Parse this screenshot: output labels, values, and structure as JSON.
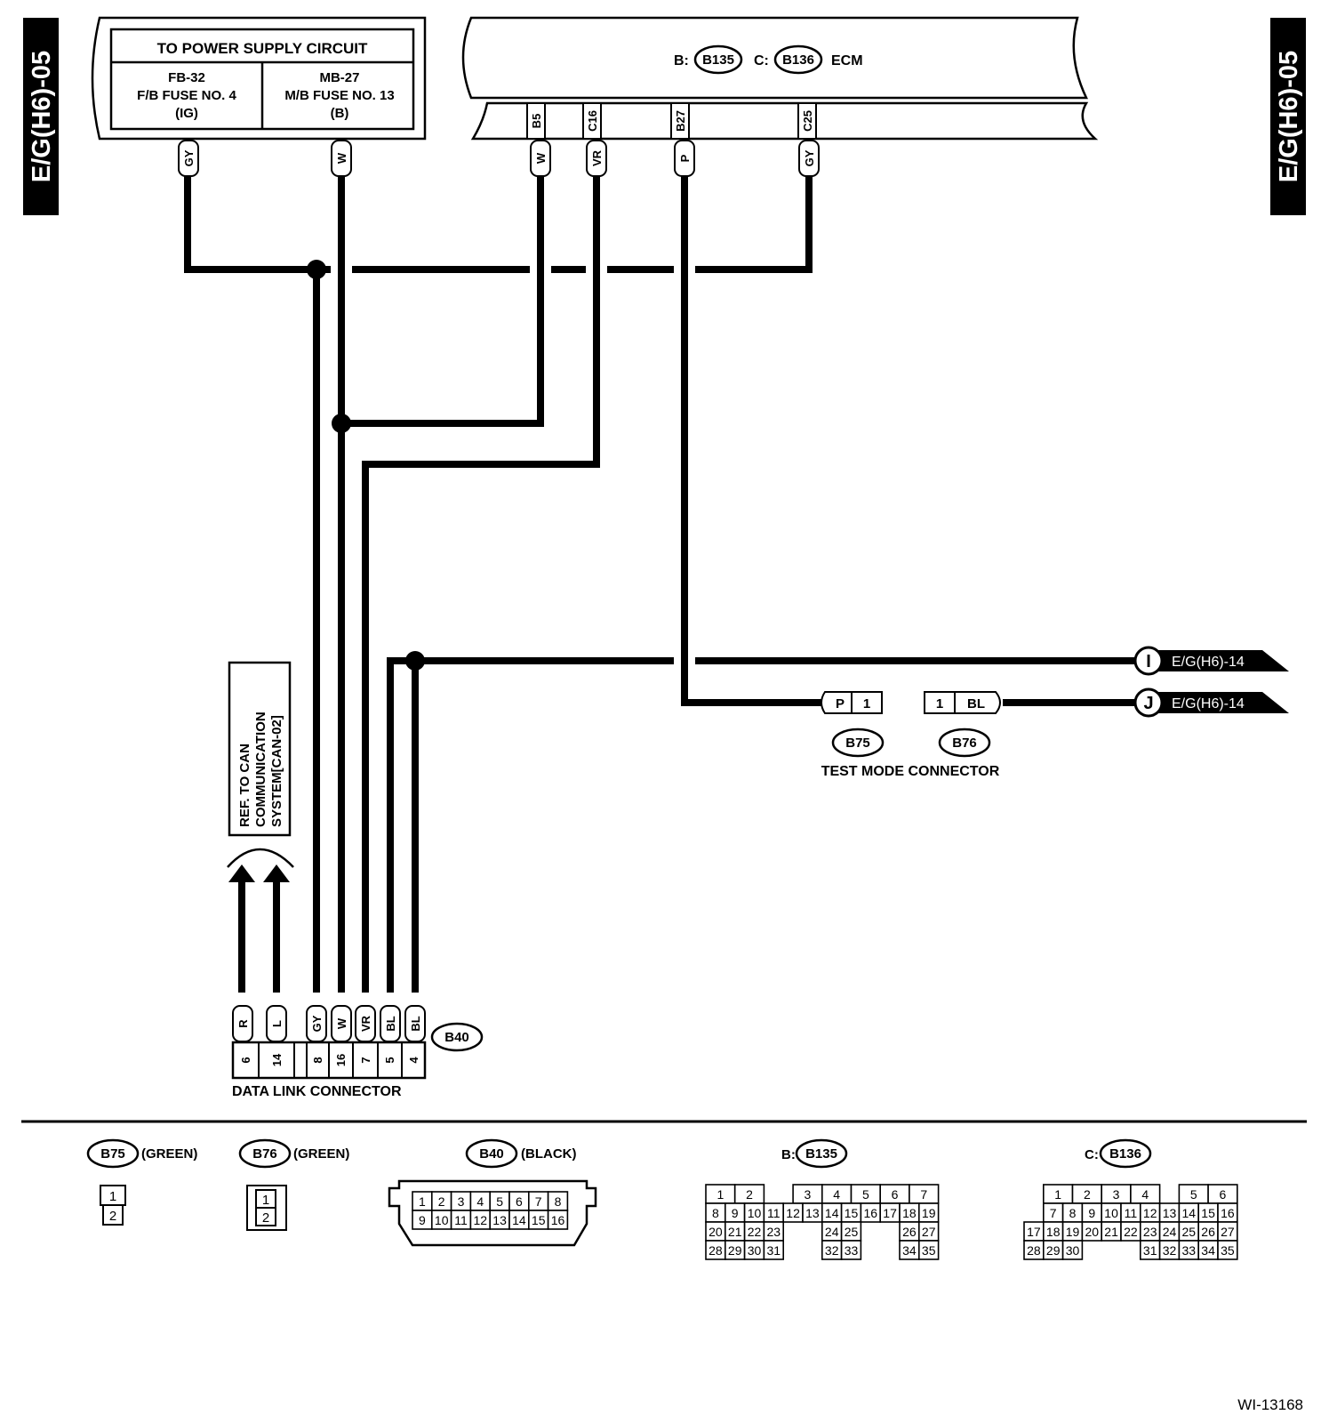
{
  "side_tabs": {
    "left": "E/G(H6)-05",
    "right": "E/G(H6)-05"
  },
  "power_supply": {
    "title": "TO POWER SUPPLY CIRCUIT",
    "left_fuse": {
      "line1": "FB-32",
      "line2": "F/B FUSE NO. 4",
      "line3": "(IG)"
    },
    "right_fuse": {
      "line1": "MB-27",
      "line2": "M/B FUSE NO. 13",
      "line3": "(B)"
    },
    "wire_labels": [
      "GY",
      "W"
    ]
  },
  "ecm": {
    "prefix_b": "B:",
    "connector_b": "B135",
    "prefix_c": "C:",
    "connector_c": "B136",
    "name": "ECM",
    "pins": [
      "B5",
      "C16",
      "B27",
      "C25"
    ],
    "wire_labels": [
      "W",
      "VR",
      "P",
      "GY"
    ]
  },
  "can_ref": {
    "line1": "REF. TO CAN",
    "line2": "COMMUNICATION",
    "line3": "SYSTEM[CAN-02]"
  },
  "data_link": {
    "connector": "B40",
    "label": "DATA LINK CONNECTOR",
    "wire_labels": [
      "R",
      "L",
      "GY",
      "W",
      "VR",
      "BL",
      "BL"
    ],
    "pins": [
      "6",
      "14",
      "8",
      "16",
      "7",
      "5",
      "4"
    ]
  },
  "test_mode": {
    "label": "TEST MODE CONNECTOR",
    "b75": {
      "name": "B75",
      "wire": "P",
      "pin": "1"
    },
    "b76": {
      "name": "B76",
      "wire": "BL",
      "pin": "1"
    }
  },
  "refs": {
    "i": {
      "letter": "I",
      "target": "E/G(H6)-14"
    },
    "j": {
      "letter": "J",
      "target": "E/G(H6)-14"
    }
  },
  "legend": {
    "b75": {
      "name": "B75",
      "color": "(GREEN)",
      "pins": [
        "1",
        "2"
      ]
    },
    "b76": {
      "name": "B76",
      "color": "(GREEN)",
      "pins": [
        "1",
        "2"
      ]
    },
    "b40": {
      "name": "B40",
      "color": "(BLACK)",
      "row1": [
        "1",
        "2",
        "3",
        "4",
        "5",
        "6",
        "7",
        "8"
      ],
      "row2": [
        "9",
        "10",
        "11",
        "12",
        "13",
        "14",
        "15",
        "16"
      ]
    },
    "b135": {
      "prefix": "B:",
      "name": "B135",
      "rows": [
        [
          "1",
          "2",
          "",
          "",
          "3",
          "4",
          "5",
          "6",
          "7"
        ],
        [
          "8",
          "9",
          "10",
          "11",
          "12",
          "13",
          "14",
          "15",
          "16",
          "17",
          "18",
          "19"
        ],
        [
          "20",
          "21",
          "22",
          "23",
          "",
          "",
          "24",
          "25",
          "",
          "",
          "26",
          "27"
        ],
        [
          "28",
          "29",
          "30",
          "31",
          "",
          "",
          "32",
          "33",
          "",
          "",
          "34",
          "35"
        ]
      ]
    },
    "b136": {
      "prefix": "C:",
      "name": "B136",
      "rows": [
        [
          "",
          "1",
          "2",
          "3",
          "4",
          "",
          "5",
          "6"
        ],
        [
          "",
          "7",
          "8",
          "9",
          "10",
          "11",
          "12",
          "13",
          "14",
          "15",
          "16"
        ],
        [
          "17",
          "18",
          "19",
          "20",
          "21",
          "22",
          "23",
          "24",
          "25",
          "26",
          "27"
        ],
        [
          "28",
          "29",
          "30",
          "",
          "",
          "",
          "31",
          "32",
          "33",
          "34",
          "35"
        ]
      ]
    }
  },
  "figure_id": "WI-13168"
}
